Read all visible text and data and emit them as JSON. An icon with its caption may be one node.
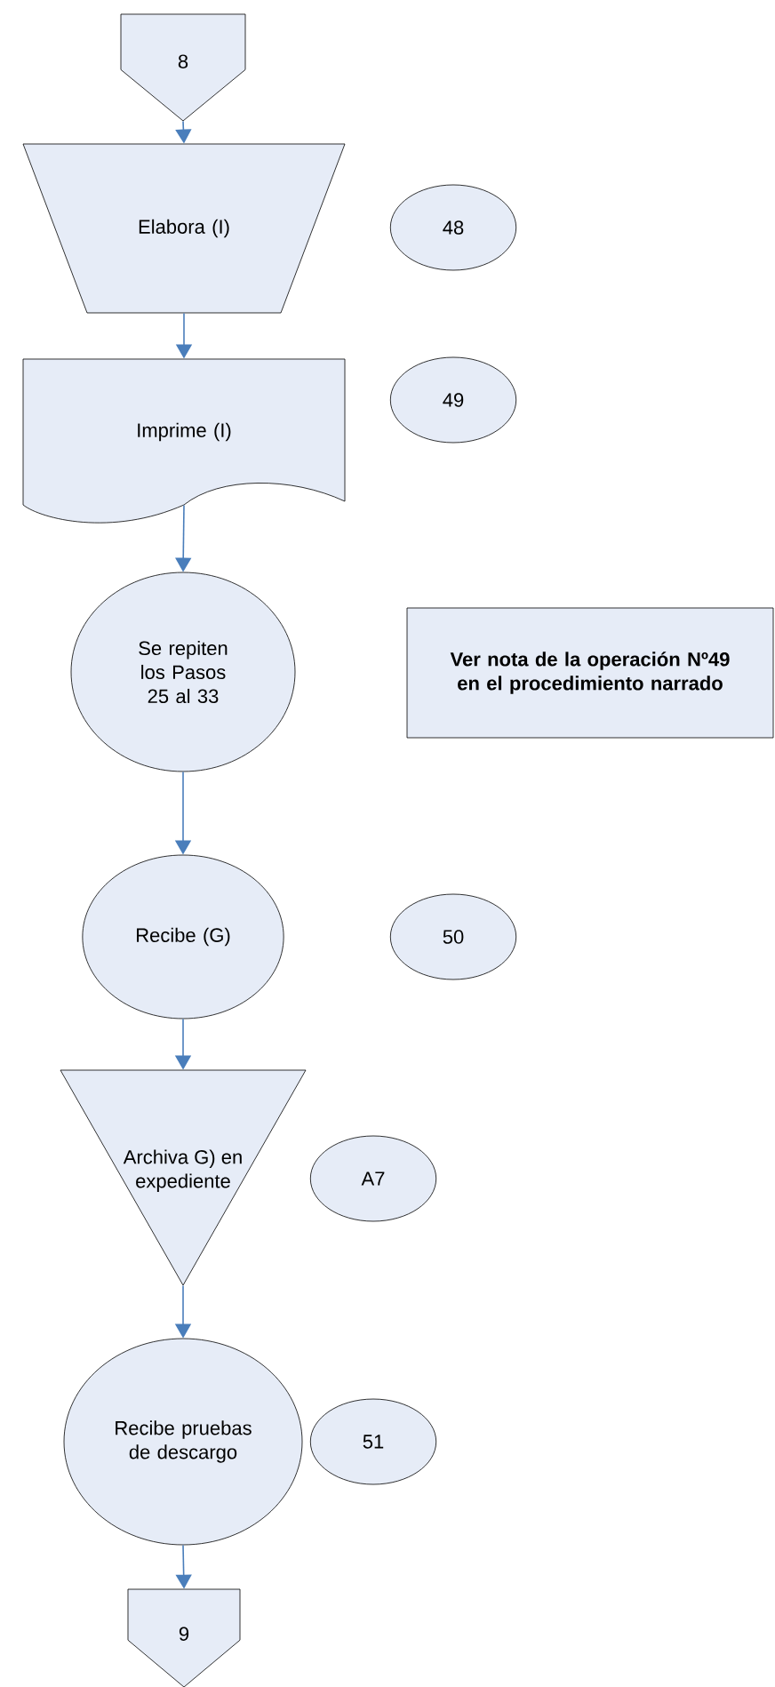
{
  "diagram": {
    "nodes": [
      {
        "text": [
          "8"
        ]
      },
      {
        "text": [
          "Elabora (I)"
        ]
      },
      {
        "text": [
          "48"
        ]
      },
      {
        "text": [
          "Imprime  (I)"
        ]
      },
      {
        "text": [
          "49"
        ]
      },
      {
        "text": [
          "Se repiten los Pasos 25 al 33"
        ]
      },
      {
        "text": [
          "Ver nota de la operación Nº49 en el procedimiento narrado"
        ]
      },
      {
        "text": [
          "Recibe (G)"
        ]
      },
      {
        "text": [
          "50"
        ]
      },
      {
        "text": [
          "Archiva G) en expediente"
        ]
      },
      {
        "text": [
          "A7"
        ]
      },
      {
        "text": [
          "Recibe pruebas de descargo"
        ]
      },
      {
        "text": [
          "51"
        ]
      },
      {
        "text": [
          "9"
        ]
      }
    ],
    "edges": [
      {
        "from": 0,
        "to": 1,
        "arrow": "to"
      },
      {
        "from": 1,
        "to": 3,
        "arrow": "to"
      },
      {
        "from": 3,
        "to": 5,
        "arrow": "to"
      },
      {
        "from": 5,
        "to": 7,
        "arrow": "to"
      },
      {
        "from": 7,
        "to": 9,
        "arrow": "to"
      },
      {
        "from": 9,
        "to": 11,
        "arrow": "to"
      },
      {
        "from": 11,
        "to": 13,
        "arrow": "to"
      }
    ]
  }
}
